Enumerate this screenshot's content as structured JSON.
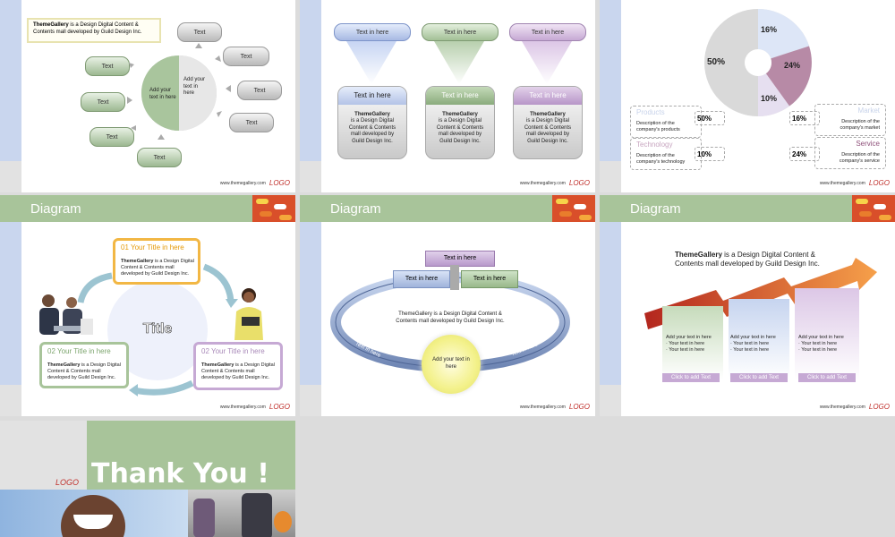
{
  "common": {
    "website": "www.themegallery.com",
    "logo": "LOGO",
    "diagram": "Diagram"
  },
  "slide1": {
    "callout_brand": "ThemeGallery",
    "callout_rest": " is a Design Digital Content & Contents mall developed by Guild Design Inc.",
    "center_left": "Add your text in here",
    "center_right": "Add your text in here",
    "text_label": "Text"
  },
  "slide2": {
    "headers": [
      "Text in here",
      "Text in here",
      "Text in here"
    ],
    "card_titles": [
      "Text in here",
      "Text in here",
      "Text in here"
    ],
    "card_brand": "ThemeGallery",
    "card_body": "is a Design Digital Content & Contents mall developed by Guild Design Inc."
  },
  "slide3": {
    "pct_50": "50%",
    "pct_16": "16%",
    "pct_24": "24%",
    "pct_10": "10%",
    "products_title": "Products",
    "products_desc": "Description of the company's products",
    "technology_title": "Technology",
    "technology_desc": "Description of the company's technology",
    "market_title": "Market",
    "market_desc": "Description of the company's market",
    "service_title": "Service",
    "service_desc": "Description of the company's service"
  },
  "slide4": {
    "t1": "01  Your Title in here",
    "t2": "02  Your Title in here",
    "t3": "02  Your Title in here",
    "brand": "ThemeGallery",
    "body": " is a Design Digital Content & Contents mall developed by Guild Design Inc.",
    "center": "Title"
  },
  "slide5": {
    "top": "Text in here",
    "left": "Text in here",
    "right": "Text in here",
    "desc": "ThemeGallery is a Design Digital Content & Contents mall developed by Guild Design Inc.",
    "ring_left": "Text in here",
    "ring_right": "Text in here",
    "center": "Add your text in here"
  },
  "slide6": {
    "brand": "ThemeGallery",
    "title_rest": " is a Design Digital Content & Contents mall developed by Guild Design Inc.",
    "col_head": "Add your text in here",
    "bullet": "Your text in here",
    "click": "Click to add Text"
  },
  "slide7": {
    "thanks": "Thank You !",
    "logo": "LOGO"
  }
}
